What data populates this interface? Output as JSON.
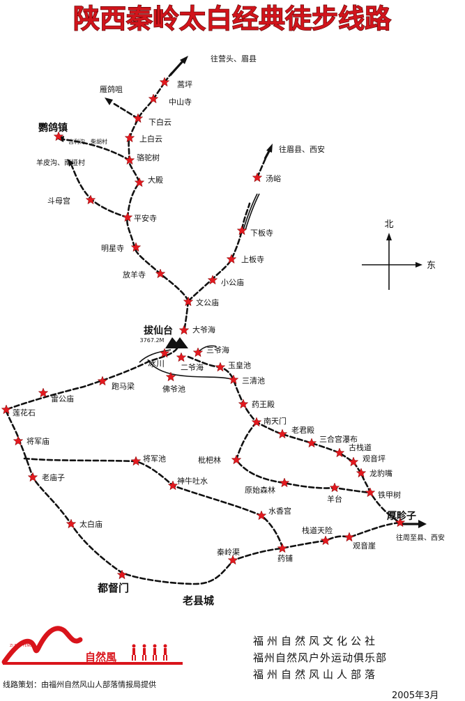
{
  "title": "陕西秦岭太白经典徒步线路",
  "compass": {
    "north": "北",
    "east": "东"
  },
  "summit": {
    "name": "拔仙台",
    "elevation": "3767.2M"
  },
  "directions": {
    "to_yingtou": "往营头、眉县",
    "to_meixian_xian": "往眉县、西安",
    "to_zhouzhi_xian": "往周至县、西安"
  },
  "places": {
    "yangezui": "鹦鸽镇",
    "jiliugou": "吉利沟、柴胡村",
    "yangpigou": "羊皮沟、南垭村",
    "yangeju": "雁鸽咀",
    "houzhenzi": "厚畛子",
    "duduomen": "都督门",
    "laoxiancheng": "老县城"
  },
  "waypoints": {
    "haoping": "蒿坪",
    "zhongshansi": "中山寺",
    "xiabaiyun": "下白云",
    "shangbaiyun": "上白云",
    "luotuoshu": "骆驼树",
    "dadian": "大殿",
    "doumugong": "斗母宫",
    "pingansi": "平安寺",
    "mingxingsi": "明星寺",
    "fangyangsi": "放羊寺",
    "wengongmiao": "文公庙",
    "tangyu": "汤峪",
    "xiabansi": "下板寺",
    "shangbansi": "上板寺",
    "xiaogongmiao": "小公庙",
    "dayehai": "大爷海",
    "sanyehai": "三爷海",
    "bingchuan": "冰川",
    "eryehai": "二爷海",
    "yuhuangchi": "玉皇池",
    "sanqingchi": "三清池",
    "foyechi": "佛爷池",
    "paomaliang": "跑马梁",
    "leigongmiao": "雷公庙",
    "lianhuashi": "莲花石",
    "yaowangdian": "药王殿",
    "nantianmen": "南天门",
    "laojundian": "老君殿",
    "sanhegong": "三合宫瀑布",
    "guzhandao": "古栈道",
    "guanyinping": "观音坪",
    "longbaozui": "龙豹嘴",
    "pipalin": "枇杷林",
    "jiangjunmiao": "将军庙",
    "jiangjunchi": "将军池",
    "shenniutushui": "神牛吐水",
    "laomiaozi": "老庙子",
    "yuanshisenlin": "原始森林",
    "yangtai": "羊台",
    "tiejiashu": "铁甲树",
    "shuixianggong": "水香宫",
    "zhandaotianxian": "栈道天险",
    "guanyinya": "观音崖",
    "taibaimiao": "太白庙",
    "qinlingqu": "秦岭渠",
    "yaopu": "药铺"
  },
  "logo": {
    "small_text": "ZI RAN FENG",
    "name": "自然風"
  },
  "organizers": [
    "福州自然风文化公社",
    "福州自然风户外运动俱乐部",
    "福州自然风山人部落"
  ],
  "credit": "线路策划：由福州自然风山人部落情报局提供",
  "date": "2005年3月",
  "colors": {
    "title_red": "#d0141b",
    "star_red": "#e3191f",
    "logo_red": "#d9141b"
  }
}
